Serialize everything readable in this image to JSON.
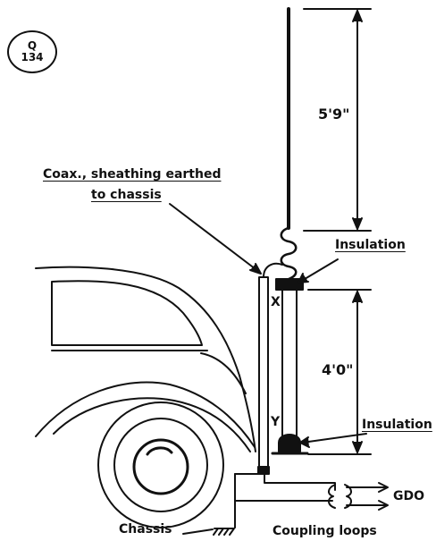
{
  "badge": {
    "line1": "Q",
    "line2": "134"
  },
  "labels": {
    "coax_line1": "Coax., sheathing earthed",
    "coax_line2": "to chassis",
    "insulation_top": "Insulation",
    "insulation_bottom": "Insulation",
    "dim_upper": "5'9\"",
    "dim_lower": "4'0\"",
    "point_x": "X",
    "point_y": "Y",
    "gdo": "GDO",
    "chassis": "Chassis",
    "coupling_loops": "Coupling loops"
  },
  "colors": {
    "ink": "#111111",
    "paper": "#ffffff"
  }
}
